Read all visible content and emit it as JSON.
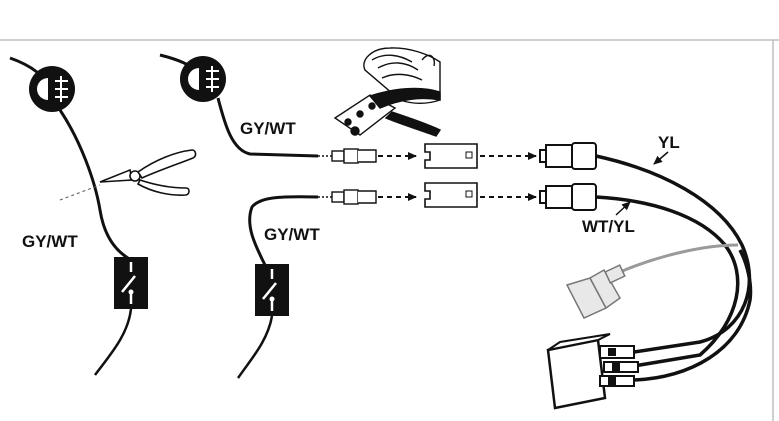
{
  "labels": {
    "gy_wt_top": "GY/WT",
    "gy_wt_left": "GY/WT",
    "gy_wt_middle": "GY/WT",
    "yl": "YL",
    "wt_yl": "WT/YL"
  },
  "colors": {
    "wire": "#111111",
    "grey_wire": "#9a9a9a",
    "connector_fill": "#ffffff",
    "plug_fill": "#e8e8e8",
    "border": "#bfbfbf"
  },
  "icons": {
    "lamp": "fog-lamp-icon",
    "switch": "switch-icon",
    "cutter": "wire-cutter-icon",
    "crimper": "crimping-tool-icon",
    "relay": "relay-icon"
  }
}
